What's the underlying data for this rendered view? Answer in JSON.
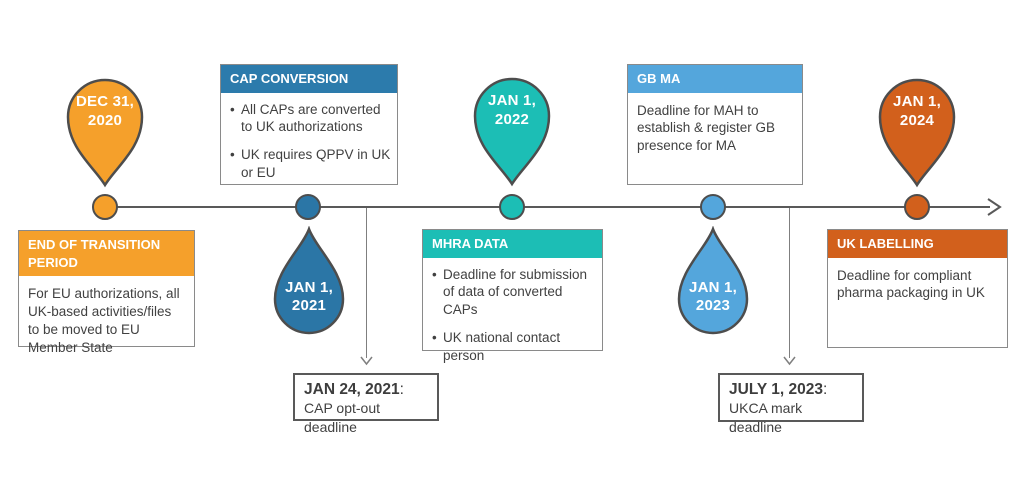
{
  "diagram": {
    "axis_color": "#595959",
    "milestones": [
      {
        "label_line1": "DEC 31,",
        "label_line2": "2020",
        "color": "#F5A02B",
        "shape": "pin-above"
      },
      {
        "label_line1": "JAN 1,",
        "label_line2": "2021",
        "color": "#2B76A6",
        "shape": "drop-below"
      },
      {
        "label_line1": "JAN 1,",
        "label_line2": "2022",
        "color": "#1CBEB5",
        "shape": "pin-above"
      },
      {
        "label_line1": "JAN 1,",
        "label_line2": "2023",
        "color": "#54A6DC",
        "shape": "drop-below"
      },
      {
        "label_line1": "JAN 1,",
        "label_line2": "2024",
        "color": "#D2601C",
        "shape": "pin-above"
      }
    ],
    "cards": [
      {
        "title": "END OF TRANSITION PERIOD",
        "header_color": "#F5A02B",
        "body": "For EU authorizations, all UK-based activities/files to be moved to EU Member State"
      },
      {
        "title": "CAP CONVERSION",
        "header_color": "#2C7BAC",
        "bullets": [
          "All CAPs are converted to UK authorizations",
          "UK requires QPPV in UK or EU"
        ]
      },
      {
        "title": "MHRA DATA",
        "header_color": "#1CBEB5",
        "bullets": [
          "Deadline for submission of data of converted CAPs",
          "UK national contact person"
        ]
      },
      {
        "title": "GB MA",
        "header_color": "#54A6DC",
        "body": "Deadline for MAH to establish & register GB presence for MA"
      },
      {
        "title": "UK LABELLING",
        "header_color": "#D2601C",
        "body": "Deadline for compliant pharma packaging in UK"
      }
    ],
    "callouts": [
      {
        "date": "JAN 24, 2021",
        "separator": ":",
        "text": "CAP opt-out deadline"
      },
      {
        "date": "JULY 1, 2023",
        "separator": ":",
        "text": "UKCA mark deadline"
      }
    ]
  }
}
